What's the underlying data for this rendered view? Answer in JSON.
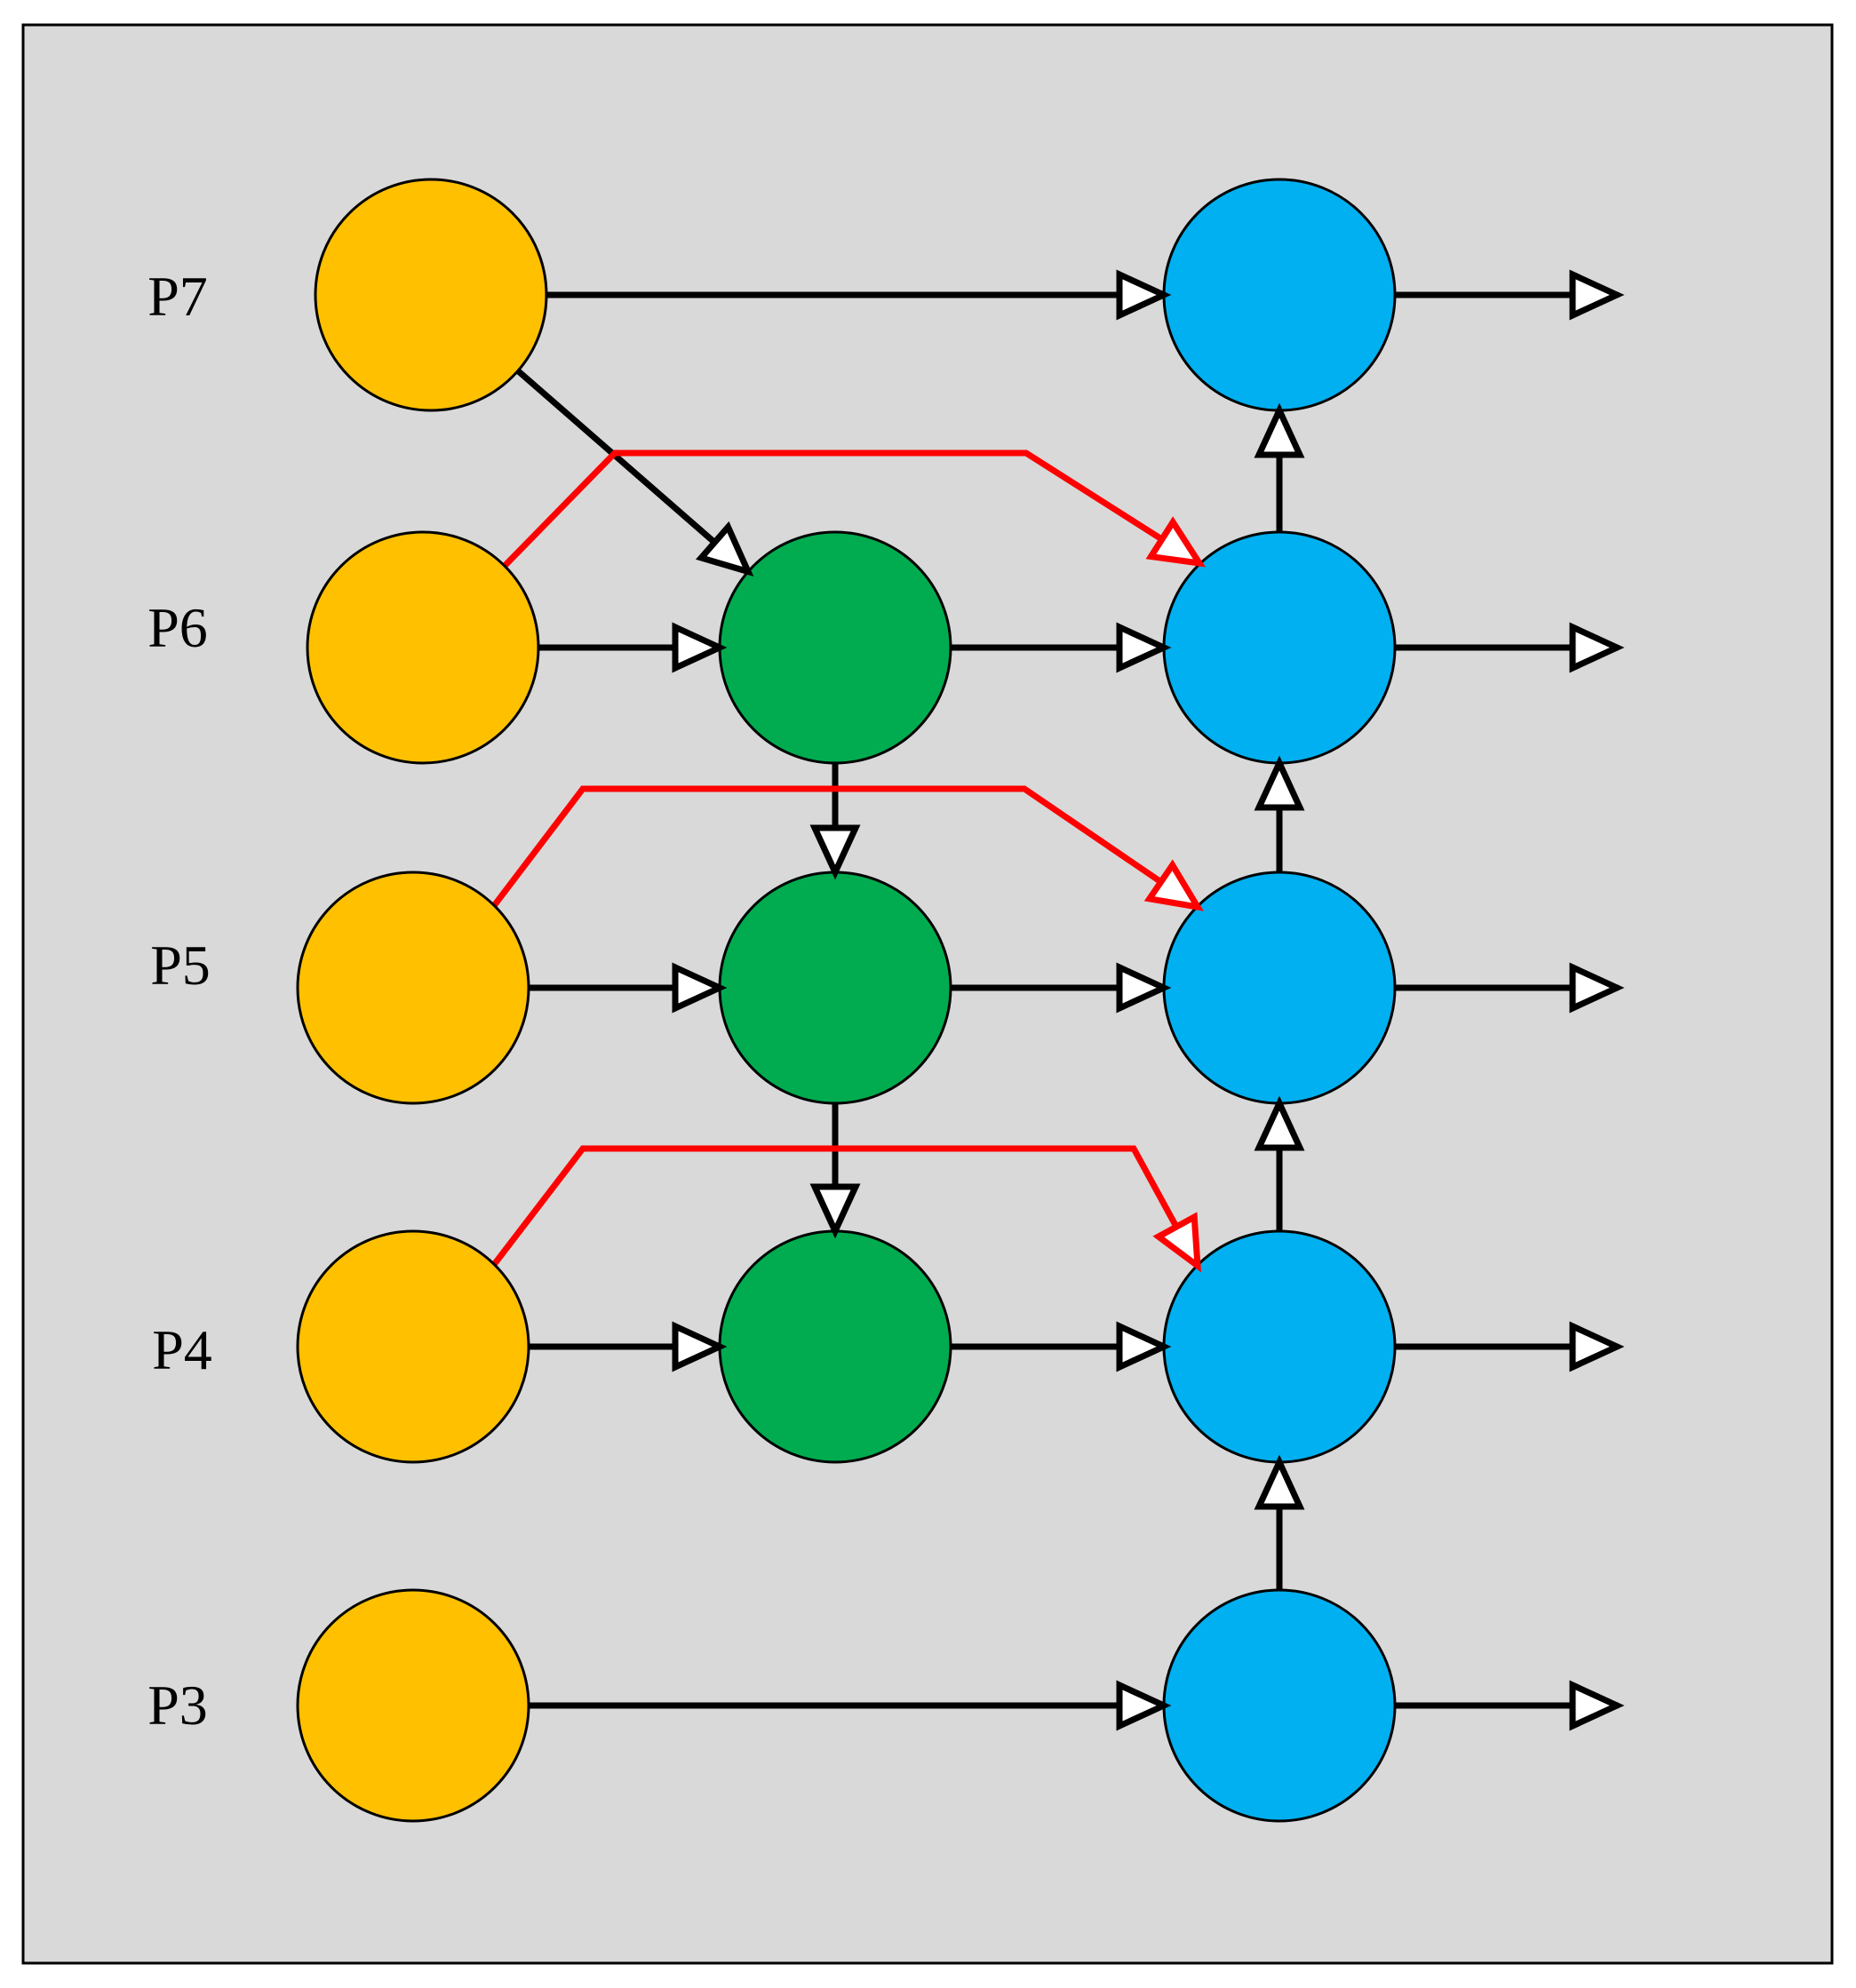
{
  "colors": {
    "background": "#d9d9d9",
    "frame": "#000000",
    "input_node": "#ffc000",
    "middle_node": "#00ac4f",
    "output_node": "#00b0f0",
    "edge": "#000000",
    "skip_edge": "#ff0000"
  },
  "levels": [
    {
      "id": "p7",
      "label": "P7"
    },
    {
      "id": "p6",
      "label": "P6"
    },
    {
      "id": "p5",
      "label": "P5"
    },
    {
      "id": "p4",
      "label": "P4"
    },
    {
      "id": "p3",
      "label": "P3"
    }
  ],
  "nodes": [
    {
      "id": "in-p7",
      "kind": "input"
    },
    {
      "id": "in-p6",
      "kind": "input"
    },
    {
      "id": "in-p5",
      "kind": "input"
    },
    {
      "id": "in-p4",
      "kind": "input"
    },
    {
      "id": "in-p3",
      "kind": "input"
    },
    {
      "id": "mid-p6",
      "kind": "middle"
    },
    {
      "id": "mid-p5",
      "kind": "middle"
    },
    {
      "id": "mid-p4",
      "kind": "middle"
    },
    {
      "id": "out-p7",
      "kind": "output"
    },
    {
      "id": "out-p6",
      "kind": "output"
    },
    {
      "id": "out-p5",
      "kind": "output"
    },
    {
      "id": "out-p4",
      "kind": "output"
    },
    {
      "id": "out-p3",
      "kind": "output"
    }
  ],
  "edges": [
    {
      "from": "in-p7",
      "to": "out-p7",
      "kind": "normal"
    },
    {
      "from": "in-p7",
      "to": "mid-p6",
      "kind": "normal"
    },
    {
      "from": "in-p6",
      "to": "mid-p6",
      "kind": "normal"
    },
    {
      "from": "in-p5",
      "to": "mid-p5",
      "kind": "normal"
    },
    {
      "from": "in-p4",
      "to": "mid-p4",
      "kind": "normal"
    },
    {
      "from": "in-p3",
      "to": "out-p3",
      "kind": "normal"
    },
    {
      "from": "mid-p6",
      "to": "mid-p5",
      "kind": "normal"
    },
    {
      "from": "mid-p5",
      "to": "mid-p4",
      "kind": "normal"
    },
    {
      "from": "mid-p6",
      "to": "out-p6",
      "kind": "normal"
    },
    {
      "from": "mid-p5",
      "to": "out-p5",
      "kind": "normal"
    },
    {
      "from": "mid-p4",
      "to": "out-p4",
      "kind": "normal"
    },
    {
      "from": "out-p3",
      "to": "out-p4",
      "kind": "normal"
    },
    {
      "from": "out-p4",
      "to": "out-p5",
      "kind": "normal"
    },
    {
      "from": "out-p5",
      "to": "out-p6",
      "kind": "normal"
    },
    {
      "from": "out-p6",
      "to": "out-p7",
      "kind": "normal"
    },
    {
      "from": "in-p6",
      "to": "out-p6",
      "kind": "skip"
    },
    {
      "from": "in-p5",
      "to": "out-p5",
      "kind": "skip"
    },
    {
      "from": "in-p4",
      "to": "out-p4",
      "kind": "skip"
    },
    {
      "from": "out-p7",
      "to": "output",
      "kind": "output"
    },
    {
      "from": "out-p6",
      "to": "output",
      "kind": "output"
    },
    {
      "from": "out-p5",
      "to": "output",
      "kind": "output"
    },
    {
      "from": "out-p4",
      "to": "output",
      "kind": "output"
    },
    {
      "from": "out-p3",
      "to": "output",
      "kind": "output"
    }
  ]
}
